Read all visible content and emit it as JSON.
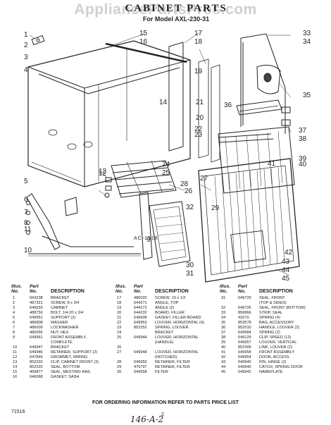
{
  "header": {
    "watermark": "AppliancePartsPros.com",
    "title": "CABINET PARTS",
    "subtitle": "For Model AXL-230-31"
  },
  "diagram": {
    "callouts": [
      "1",
      "2",
      "3",
      "4",
      "5",
      "6",
      "7",
      "8",
      "9",
      "10",
      "11",
      "12",
      "13",
      "14",
      "15",
      "16",
      "17",
      "18",
      "19",
      "20",
      "21",
      "22",
      "23",
      "24",
      "25",
      "26",
      "27",
      "28",
      "29",
      "30",
      "31",
      "32",
      "33",
      "34",
      "35",
      "36",
      "37",
      "38",
      "39",
      "40",
      "41",
      "42",
      "43",
      "44",
      "45"
    ],
    "ref_label": "AC-1516"
  },
  "table": {
    "headers": {
      "illus": "Illus.",
      "no": "No.",
      "part": "Part",
      "part_no": "No.",
      "description": "DESCRIPTION"
    },
    "columns": [
      {
        "rows": [
          {
            "illus": "1",
            "part": "664238",
            "desc": "BRACKET"
          },
          {
            "illus": "2",
            "part": "487321",
            "desc": "SCREW, 8 x 3/4"
          },
          {
            "illus": "3",
            "part": "649933",
            "desc": "CABINET"
          },
          {
            "illus": "4",
            "part": "488750",
            "desc": "BOLT, 1/4-20 x 3/4"
          },
          {
            "illus": "5",
            "part": "649951",
            "desc": "SUPPORT (2)"
          },
          {
            "illus": "6",
            "part": "486808",
            "desc": "WASHER"
          },
          {
            "illus": "7",
            "part": "486009",
            "desc": "LOCKWASHER"
          },
          {
            "illus": "8",
            "part": "486055",
            "desc": "NUT, HEX"
          },
          {
            "illus": "9",
            "part": "649961",
            "desc": "FRONT ASSEMBLY,"
          },
          {
            "illus": "",
            "part": "",
            "desc": "COMPLETE"
          },
          {
            "illus": "10",
            "part": "649947",
            "desc": "BRACKET"
          },
          {
            "illus": "11",
            "part": "649946",
            "desc": "RETAINER, SUPPORT (2)"
          },
          {
            "illus": "12",
            "part": "647849",
            "desc": "GROMMET, WIRING"
          },
          {
            "illus": "13",
            "part": "852232",
            "desc": "CLIP, CABINET FRONT (3)"
          },
          {
            "illus": "14",
            "part": "852220",
            "desc": "SEAL, BOTTOM"
          },
          {
            "illus": "15",
            "part": "469877",
            "desc": "SEAL, MESTING RAIL"
          },
          {
            "illus": "16",
            "part": "646068",
            "desc": "GASKET, SASH"
          }
        ]
      },
      {
        "rows": [
          {
            "illus": "17",
            "part": "486020",
            "desc": "SCREW, 10 x 1/2"
          },
          {
            "illus": "18",
            "part": "644271",
            "desc": "ANGLE, TOP"
          },
          {
            "illus": "19",
            "part": "644272",
            "desc": "ANGLE (2)"
          },
          {
            "illus": "20",
            "part": "644232",
            "desc": "BOARD, FILLER"
          },
          {
            "illus": "21",
            "part": "546608",
            "desc": "GASKET, FILLER BOARD"
          },
          {
            "illus": "22",
            "part": "649953",
            "desc": "LOUVER, HORIZONTAL (4)"
          },
          {
            "illus": "23",
            "part": "852252",
            "desc": "SPRING, LOUVER"
          },
          {
            "illus": "24",
            "part": "",
            "desc": "BRACKET"
          },
          {
            "illus": "25",
            "part": "649944",
            "desc": "LOUVER, HORIZONTAL"
          },
          {
            "illus": "",
            "part": "",
            "desc": "(HANDLE)"
          },
          {
            "illus": "26",
            "part": "",
            "desc": ""
          },
          {
            "illus": "27",
            "part": "649948",
            "desc": "LOUVER, HORIZONTAL"
          },
          {
            "illus": "",
            "part": "",
            "desc": "(NOTCHED)"
          },
          {
            "illus": "28",
            "part": "649955",
            "desc": "RETAINER, FILTER"
          },
          {
            "illus": "29",
            "part": "476797",
            "desc": "RETAINER, FILTER"
          },
          {
            "illus": "30",
            "part": "649958",
            "desc": "FILTER"
          }
        ]
      },
      {
        "rows": [
          {
            "illus": "31",
            "part": "649729",
            "desc": "SEAL, FRONT"
          },
          {
            "illus": "",
            "part": "",
            "desc": "(TOP & SIDES)"
          },
          {
            "illus": "32",
            "part": "649726",
            "desc": "SEAL, FRONT (BOTTOM)"
          },
          {
            "illus": "33",
            "part": "856866",
            "desc": "STRIP, SEAL"
          },
          {
            "illus": "34",
            "part": "43270",
            "desc": "SPRING (4)"
          },
          {
            "illus": "35",
            "part": "853578",
            "desc": "BAG, ACCESSORY"
          },
          {
            "illus": "36",
            "part": "852010",
            "desc": "HANDLE, LOUVER (2)"
          },
          {
            "illus": "37",
            "part": "649684",
            "desc": "SPRING (2)"
          },
          {
            "illus": "38",
            "part": "649129",
            "desc": "CLIP, SPEED (12)"
          },
          {
            "illus": "39",
            "part": "649957",
            "desc": "LOUVER, VERTICAL"
          },
          {
            "illus": "40",
            "part": "852309",
            "desc": "LINK, LOUVER (2)"
          },
          {
            "illus": "41",
            "part": "649958",
            "desc": "FRONT ASSEMBLY"
          },
          {
            "illus": "42",
            "part": "649954",
            "desc": "DOOR, ACCESS"
          },
          {
            "illus": "43",
            "part": "649945",
            "desc": "PIN, HINGE (2)"
          },
          {
            "illus": "44",
            "part": "649940",
            "desc": "CATCH, SPRING DOOR"
          },
          {
            "illus": "45",
            "part": "649942",
            "desc": "NAMEPLATE"
          }
        ]
      }
    ]
  },
  "footer": {
    "order_note": "FOR ORDERING INFORMATION REFER TO PARTS PRICE LIST",
    "code": "71516",
    "page": "2",
    "handwritten": "146-A-2"
  }
}
